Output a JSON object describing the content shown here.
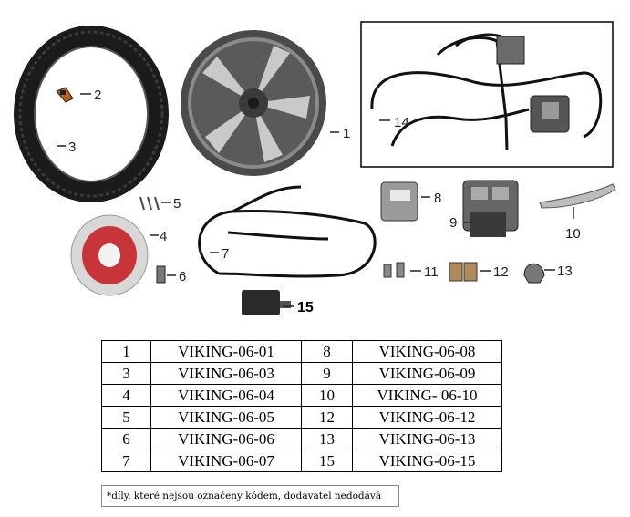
{
  "diagram": {
    "callouts": [
      {
        "id": "1",
        "label": "1"
      },
      {
        "id": "2",
        "label": "2"
      },
      {
        "id": "3",
        "label": "3"
      },
      {
        "id": "4",
        "label": "4"
      },
      {
        "id": "5",
        "label": "5"
      },
      {
        "id": "6",
        "label": "6"
      },
      {
        "id": "7",
        "label": "7"
      },
      {
        "id": "8",
        "label": "8"
      },
      {
        "id": "9",
        "label": "9"
      },
      {
        "id": "10",
        "label": "10"
      },
      {
        "id": "11",
        "label": "11"
      },
      {
        "id": "12",
        "label": "12"
      },
      {
        "id": "13",
        "label": "13"
      },
      {
        "id": "14",
        "label": "14"
      },
      {
        "id": "15",
        "label": "15"
      }
    ]
  },
  "parts_table": {
    "rows": [
      {
        "left_num": "1",
        "left_code": "VIKING-06-01",
        "right_num": "8",
        "right_code": "VIKING-06-08"
      },
      {
        "left_num": "3",
        "left_code": "VIKING-06-03",
        "right_num": "9",
        "right_code": "VIKING-06-09"
      },
      {
        "left_num": "4",
        "left_code": "VIKING-06-04",
        "right_num": "10",
        "right_code": "VIKING- 06-10"
      },
      {
        "left_num": "5",
        "left_code": "VIKING-06-05",
        "right_num": "12",
        "right_code": "VIKING-06-12"
      },
      {
        "left_num": "6",
        "left_code": "VIKING-06-06",
        "right_num": "13",
        "right_code": "VIKING-06-13"
      },
      {
        "left_num": "7",
        "left_code": "VIKING-06-07",
        "right_num": "15",
        "right_code": "VIKING-06-15"
      }
    ]
  },
  "note": "*díly, které nejsou označeny kódem, dodavatel nedodává"
}
